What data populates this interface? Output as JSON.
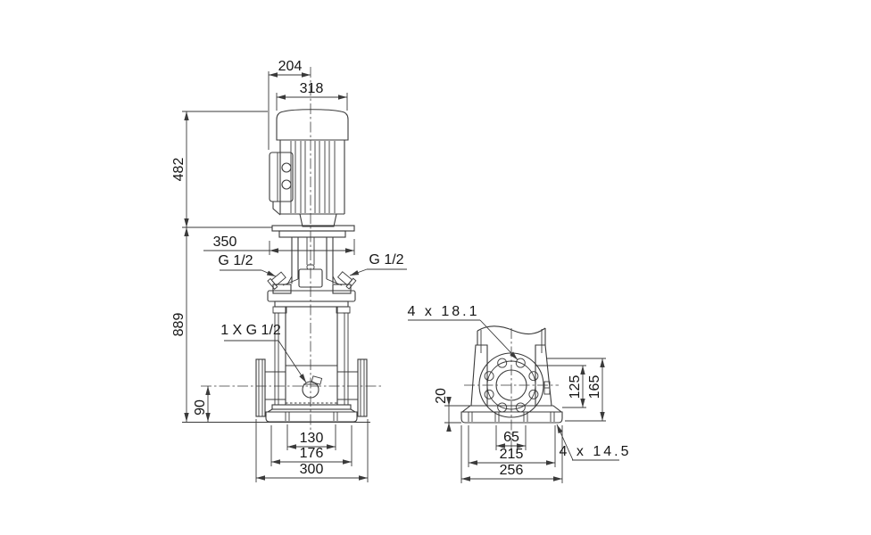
{
  "front_view": {
    "dim_204": "204",
    "dim_318": "318",
    "dim_482": "482",
    "dim_350": "350",
    "plug_left": "G 1/2",
    "plug_right": "G 1/2",
    "dim_889": "889",
    "drain_port": "1 X G 1/2",
    "dim_90": "90",
    "dim_130": "130",
    "dim_176": "176",
    "dim_300": "300"
  },
  "side_view": {
    "flange_holes": "4 x 18.1",
    "dim_20": "20",
    "dim_125": "125",
    "dim_165": "165",
    "dim_65": "65",
    "dim_215": "215",
    "dim_256": "256",
    "base_holes": "4 x 14.5"
  },
  "colors": {
    "line": "#3a3a3a",
    "text": "#161616",
    "background": "#ffffff"
  }
}
